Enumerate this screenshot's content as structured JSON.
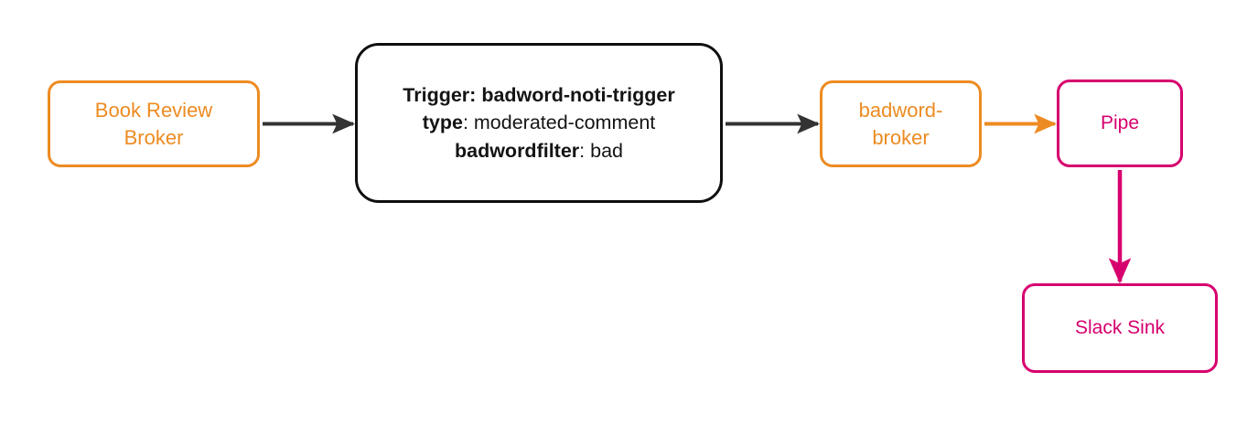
{
  "diagram": {
    "type": "flow-diagram",
    "background": "#ffffff",
    "colors": {
      "orange": "#ED8B22",
      "magenta": "#D6006E",
      "black": "#0F0F0F",
      "arrow_dark": "#333333"
    },
    "nodes": [
      {
        "id": "book-review-broker",
        "label": "Book Review\nBroker",
        "shape": "rounded-rect",
        "color": "#ED8B22"
      },
      {
        "id": "trigger",
        "shape": "rounded-rect",
        "color": "#0F0F0F",
        "lines": [
          {
            "key": "Trigger:",
            "value": "badword-noti-trigger",
            "style": "all-bold"
          },
          {
            "key": "type",
            "separator": ": ",
            "value": "moderated-comment",
            "style": "bold-key"
          },
          {
            "key": "badwordfilter",
            "separator": ": ",
            "value": "bad",
            "style": "bold-key"
          }
        ]
      },
      {
        "id": "badword-broker",
        "label": "badword-\nbroker",
        "shape": "rounded-rect",
        "color": "#ED8B22"
      },
      {
        "id": "pipe",
        "label": "Pipe",
        "shape": "rounded-rect",
        "color": "#D6006E"
      },
      {
        "id": "slack-sink",
        "label": "Slack Sink",
        "shape": "rounded-rect",
        "color": "#D6006E"
      }
    ],
    "edges": [
      {
        "id": "edge-broker-to-trigger",
        "from": "book-review-broker",
        "to": "trigger",
        "color": "#333333",
        "direction": "right"
      },
      {
        "id": "edge-trigger-to-badword-broker",
        "from": "trigger",
        "to": "badword-broker",
        "color": "#333333",
        "direction": "right"
      },
      {
        "id": "edge-badword-broker-to-pipe",
        "from": "badword-broker",
        "to": "pipe",
        "color": "#ED8B22",
        "direction": "right"
      },
      {
        "id": "edge-pipe-to-slack-sink",
        "from": "pipe",
        "to": "slack-sink",
        "color": "#D6006E",
        "direction": "down"
      }
    ]
  }
}
